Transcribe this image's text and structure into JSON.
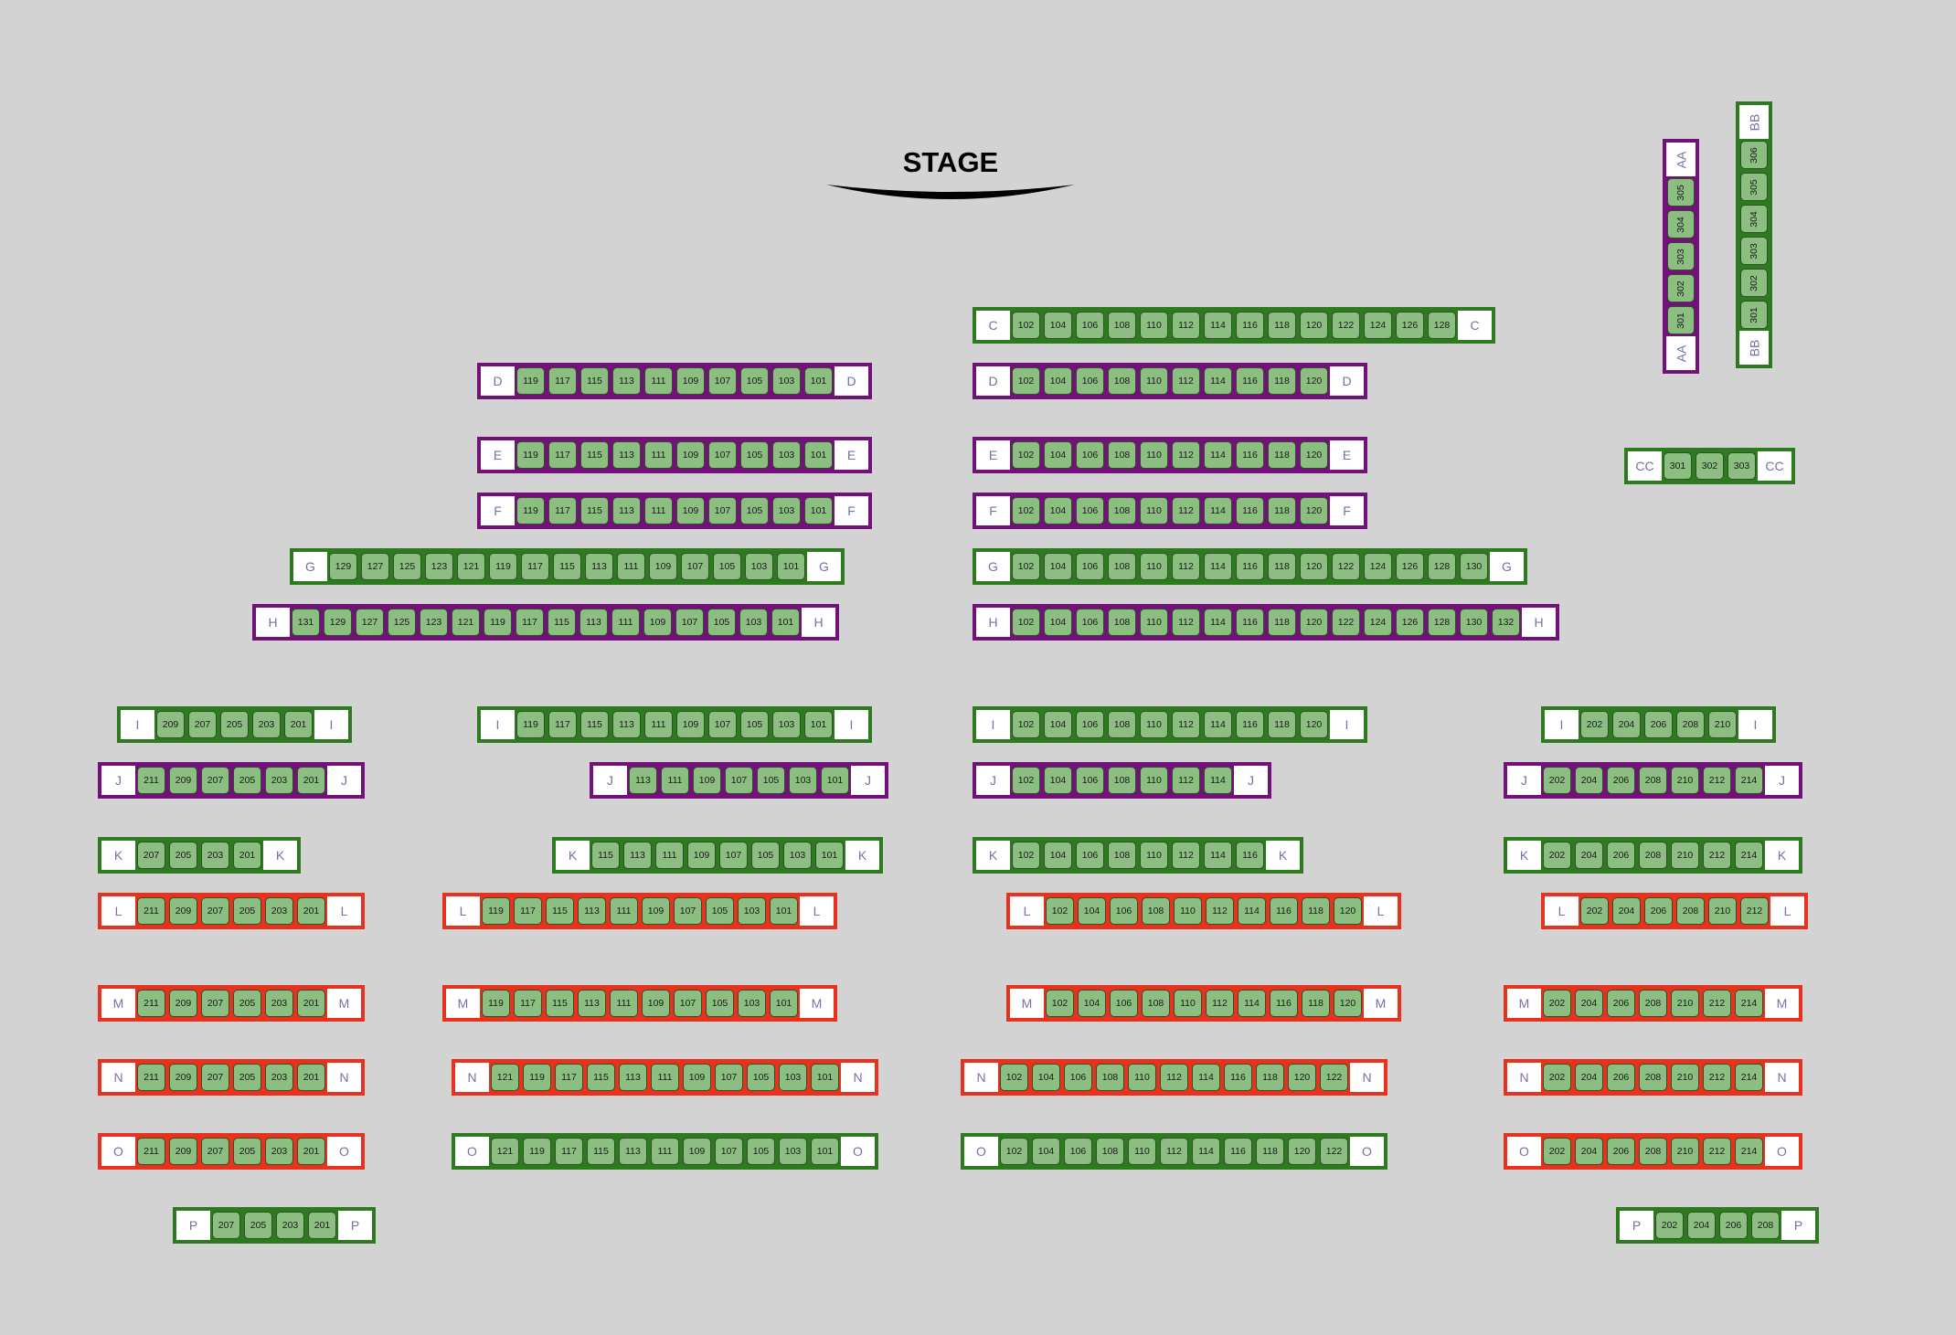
{
  "stage": {
    "label": "STAGE"
  },
  "colors": {
    "background": "#d3d3d3",
    "green": "#2e7a1f",
    "purple": "#74107a",
    "red": "#e8321e",
    "seat": "#8cbd81",
    "row_label_text": "#7a6fa6"
  },
  "rows": [
    {
      "label": "AA",
      "color": "purple",
      "seats": [
        "305",
        "304",
        "303",
        "302",
        "301"
      ]
    },
    {
      "label": "BB",
      "color": "green",
      "seats": [
        "306",
        "305",
        "304",
        "303",
        "302",
        "301"
      ]
    },
    {
      "label": "C",
      "color": "green",
      "seats": [
        "102",
        "104",
        "106",
        "108",
        "110",
        "112",
        "114",
        "116",
        "118",
        "120",
        "122",
        "124",
        "126",
        "128"
      ]
    },
    {
      "label": "D",
      "color": "purple",
      "seats": [
        "119",
        "117",
        "115",
        "113",
        "111",
        "109",
        "107",
        "105",
        "103",
        "101"
      ]
    },
    {
      "label": "D",
      "color": "purple",
      "seats": [
        "102",
        "104",
        "106",
        "108",
        "110",
        "112",
        "114",
        "116",
        "118",
        "120"
      ]
    },
    {
      "label": "E",
      "color": "purple",
      "seats": [
        "119",
        "117",
        "115",
        "113",
        "111",
        "109",
        "107",
        "105",
        "103",
        "101"
      ]
    },
    {
      "label": "E",
      "color": "purple",
      "seats": [
        "102",
        "104",
        "106",
        "108",
        "110",
        "112",
        "114",
        "116",
        "118",
        "120"
      ]
    },
    {
      "label": "CC",
      "color": "green",
      "seats": [
        "301",
        "302",
        "303"
      ]
    },
    {
      "label": "F",
      "color": "purple",
      "seats": [
        "119",
        "117",
        "115",
        "113",
        "111",
        "109",
        "107",
        "105",
        "103",
        "101"
      ]
    },
    {
      "label": "F",
      "color": "purple",
      "seats": [
        "102",
        "104",
        "106",
        "108",
        "110",
        "112",
        "114",
        "116",
        "118",
        "120"
      ]
    },
    {
      "label": "G",
      "color": "green",
      "seats": [
        "129",
        "127",
        "125",
        "123",
        "121",
        "119",
        "117",
        "115",
        "113",
        "111",
        "109",
        "107",
        "105",
        "103",
        "101"
      ]
    },
    {
      "label": "G",
      "color": "green",
      "seats": [
        "102",
        "104",
        "106",
        "108",
        "110",
        "112",
        "114",
        "116",
        "118",
        "120",
        "122",
        "124",
        "126",
        "128",
        "130"
      ]
    },
    {
      "label": "H",
      "color": "purple",
      "seats": [
        "131",
        "129",
        "127",
        "125",
        "123",
        "121",
        "119",
        "117",
        "115",
        "113",
        "111",
        "109",
        "107",
        "105",
        "103",
        "101"
      ]
    },
    {
      "label": "H",
      "color": "purple",
      "seats": [
        "102",
        "104",
        "106",
        "108",
        "110",
        "112",
        "114",
        "116",
        "118",
        "120",
        "122",
        "124",
        "126",
        "128",
        "130",
        "132"
      ]
    },
    {
      "label": "I",
      "color": "green",
      "seats": [
        "209",
        "207",
        "205",
        "203",
        "201"
      ]
    },
    {
      "label": "I",
      "color": "green",
      "seats": [
        "119",
        "117",
        "115",
        "113",
        "111",
        "109",
        "107",
        "105",
        "103",
        "101"
      ]
    },
    {
      "label": "I",
      "color": "green",
      "seats": [
        "102",
        "104",
        "106",
        "108",
        "110",
        "112",
        "114",
        "116",
        "118",
        "120"
      ]
    },
    {
      "label": "I",
      "color": "green",
      "seats": [
        "202",
        "204",
        "206",
        "208",
        "210"
      ]
    },
    {
      "label": "J",
      "color": "purple",
      "seats": [
        "211",
        "209",
        "207",
        "205",
        "203",
        "201"
      ]
    },
    {
      "label": "J",
      "color": "purple",
      "seats": [
        "113",
        "111",
        "109",
        "107",
        "105",
        "103",
        "101"
      ]
    },
    {
      "label": "J",
      "color": "purple",
      "seats": [
        "102",
        "104",
        "106",
        "108",
        "110",
        "112",
        "114"
      ]
    },
    {
      "label": "J",
      "color": "purple",
      "seats": [
        "202",
        "204",
        "206",
        "208",
        "210",
        "212",
        "214"
      ]
    },
    {
      "label": "K",
      "color": "green",
      "seats": [
        "207",
        "205",
        "203",
        "201"
      ]
    },
    {
      "label": "K",
      "color": "green",
      "seats": [
        "115",
        "113",
        "111",
        "109",
        "107",
        "105",
        "103",
        "101"
      ]
    },
    {
      "label": "K",
      "color": "green",
      "seats": [
        "102",
        "104",
        "106",
        "108",
        "110",
        "112",
        "114",
        "116"
      ]
    },
    {
      "label": "K",
      "color": "green",
      "seats": [
        "202",
        "204",
        "206",
        "208",
        "210",
        "212",
        "214"
      ]
    },
    {
      "label": "L",
      "color": "red",
      "seats": [
        "211",
        "209",
        "207",
        "205",
        "203",
        "201"
      ]
    },
    {
      "label": "L",
      "color": "red",
      "seats": [
        "119",
        "117",
        "115",
        "113",
        "111",
        "109",
        "107",
        "105",
        "103",
        "101"
      ]
    },
    {
      "label": "L",
      "color": "red",
      "seats": [
        "102",
        "104",
        "106",
        "108",
        "110",
        "112",
        "114",
        "116",
        "118",
        "120"
      ]
    },
    {
      "label": "L",
      "color": "red",
      "seats": [
        "202",
        "204",
        "206",
        "208",
        "210",
        "212"
      ]
    },
    {
      "label": "M",
      "color": "red",
      "seats": [
        "211",
        "209",
        "207",
        "205",
        "203",
        "201"
      ]
    },
    {
      "label": "M",
      "color": "red",
      "seats": [
        "119",
        "117",
        "115",
        "113",
        "111",
        "109",
        "107",
        "105",
        "103",
        "101"
      ]
    },
    {
      "label": "M",
      "color": "red",
      "seats": [
        "102",
        "104",
        "106",
        "108",
        "110",
        "112",
        "114",
        "116",
        "118",
        "120"
      ]
    },
    {
      "label": "M",
      "color": "red",
      "seats": [
        "202",
        "204",
        "206",
        "208",
        "210",
        "212",
        "214"
      ]
    },
    {
      "label": "N",
      "color": "red",
      "seats": [
        "211",
        "209",
        "207",
        "205",
        "203",
        "201"
      ]
    },
    {
      "label": "N",
      "color": "red",
      "seats": [
        "121",
        "119",
        "117",
        "115",
        "113",
        "111",
        "109",
        "107",
        "105",
        "103",
        "101"
      ]
    },
    {
      "label": "N",
      "color": "red",
      "seats": [
        "102",
        "104",
        "106",
        "108",
        "110",
        "112",
        "114",
        "116",
        "118",
        "120",
        "122"
      ]
    },
    {
      "label": "N",
      "color": "red",
      "seats": [
        "202",
        "204",
        "206",
        "208",
        "210",
        "212",
        "214"
      ]
    },
    {
      "label": "O",
      "color": "red",
      "seats": [
        "211",
        "209",
        "207",
        "205",
        "203",
        "201"
      ]
    },
    {
      "label": "O",
      "color": "green",
      "seats": [
        "121",
        "119",
        "117",
        "115",
        "113",
        "111",
        "109",
        "107",
        "105",
        "103",
        "101"
      ]
    },
    {
      "label": "O",
      "color": "green",
      "seats": [
        "102",
        "104",
        "106",
        "108",
        "110",
        "112",
        "114",
        "116",
        "118",
        "120",
        "122"
      ]
    },
    {
      "label": "O",
      "color": "red",
      "seats": [
        "202",
        "204",
        "206",
        "208",
        "210",
        "212",
        "214"
      ]
    },
    {
      "label": "P",
      "color": "green",
      "seats": [
        "207",
        "205",
        "203",
        "201"
      ]
    },
    {
      "label": "P",
      "color": "green",
      "seats": [
        "202",
        "204",
        "206",
        "208"
      ]
    }
  ]
}
